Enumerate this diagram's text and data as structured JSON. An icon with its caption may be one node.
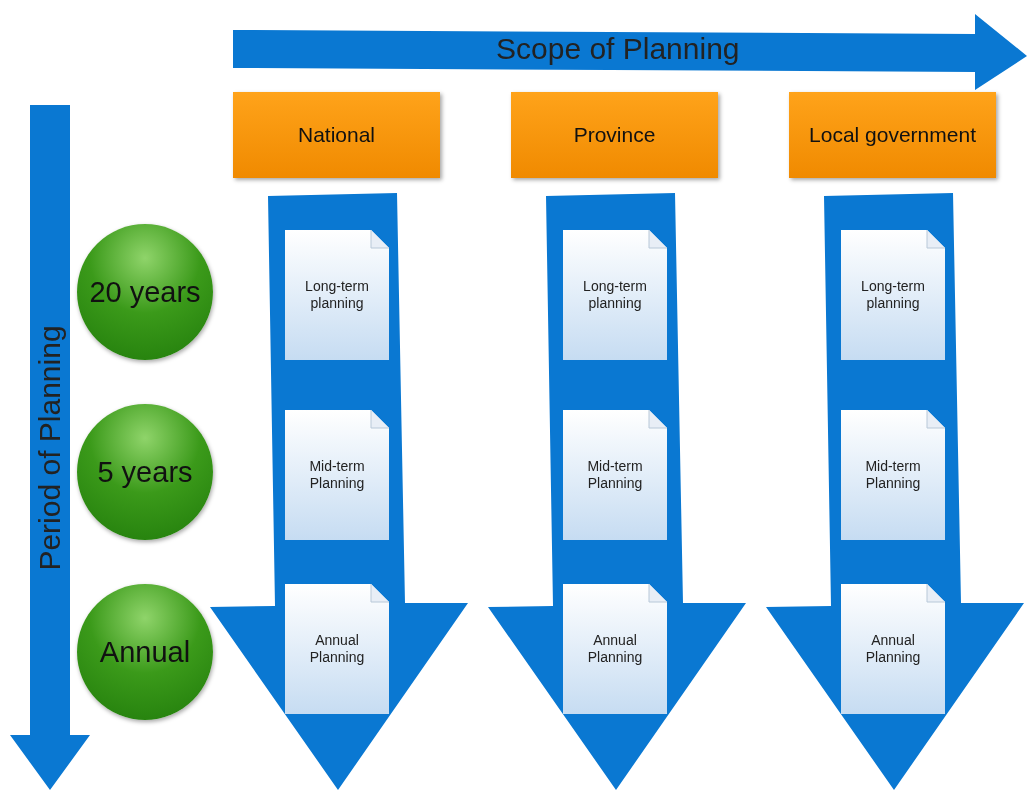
{
  "diagram": {
    "nodes": [
      {
        "text": [
          "National"
        ]
      },
      {
        "text": [
          "Province"
        ]
      },
      {
        "text": [
          "Local government"
        ]
      },
      {
        "text": [
          "20 years"
        ]
      },
      {
        "text": [
          "Long-term planning"
        ]
      },
      {
        "text": [
          "Long-term planning"
        ]
      },
      {
        "text": [
          "Long-term planning"
        ]
      },
      {
        "text": [
          "5 years"
        ]
      },
      {
        "text": [
          "Mid-term Planning"
        ]
      },
      {
        "text": [
          "Mid-term Planning"
        ]
      },
      {
        "text": [
          "Mid-term Planning"
        ]
      },
      {
        "text": [
          "Annual"
        ]
      },
      {
        "text": [
          "Annual Planning"
        ]
      },
      {
        "text": [
          "Annual Planning"
        ]
      },
      {
        "text": [
          "Annual Planning"
        ]
      }
    ],
    "labels": [
      "Scope of Planning",
      "Period of Planning"
    ]
  }
}
